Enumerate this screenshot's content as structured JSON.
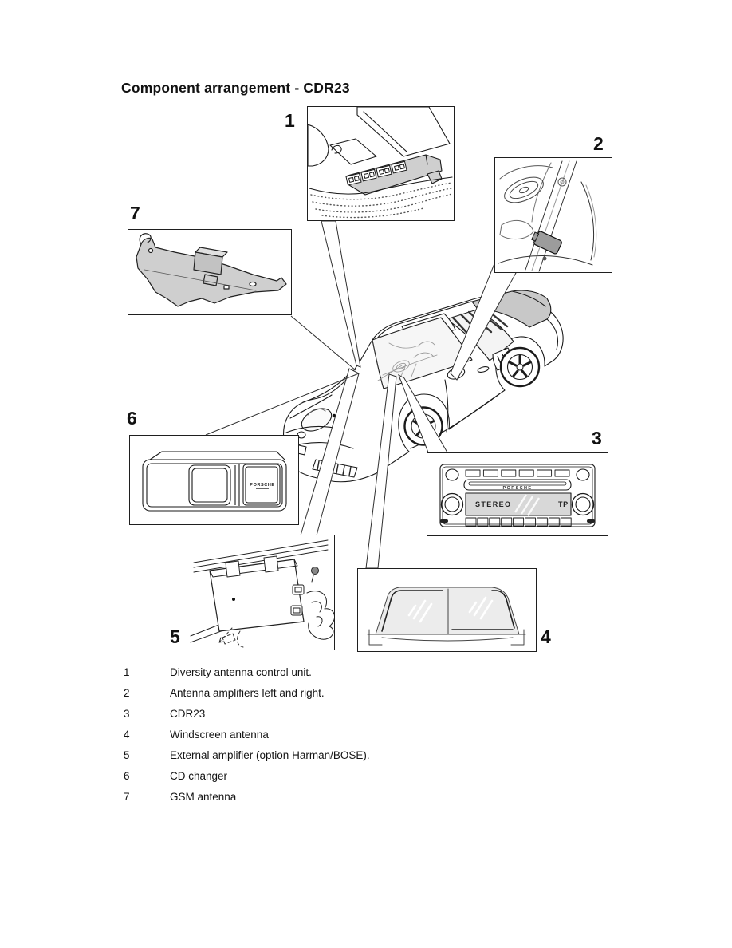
{
  "page": {
    "title": "Component arrangement - CDR23"
  },
  "figure": {
    "callouts": [
      "1",
      "2",
      "3",
      "4",
      "5",
      "6",
      "7"
    ],
    "radio": {
      "brand": "PORSCHE",
      "display_left": "STEREO",
      "display_right": "TP"
    },
    "cd_changer": {
      "brand": "PORSCHE"
    }
  },
  "legend": {
    "items": [
      {
        "number": "1",
        "label": "Diversity antenna control unit."
      },
      {
        "number": "2",
        "label": "Antenna amplifiers left and right."
      },
      {
        "number": "3",
        "label": "CDR23"
      },
      {
        "number": "4",
        "label": "Windscreen antenna"
      },
      {
        "number": "5",
        "label": "External amplifier (option Harman/BOSE)."
      },
      {
        "number": "6",
        "label": "CD changer"
      },
      {
        "number": "7",
        "label": "GSM antenna"
      }
    ]
  },
  "colors": {
    "line": "#1a1a1a",
    "panel_gray": "#cccccc",
    "display_gray": "#d8d8d8"
  }
}
